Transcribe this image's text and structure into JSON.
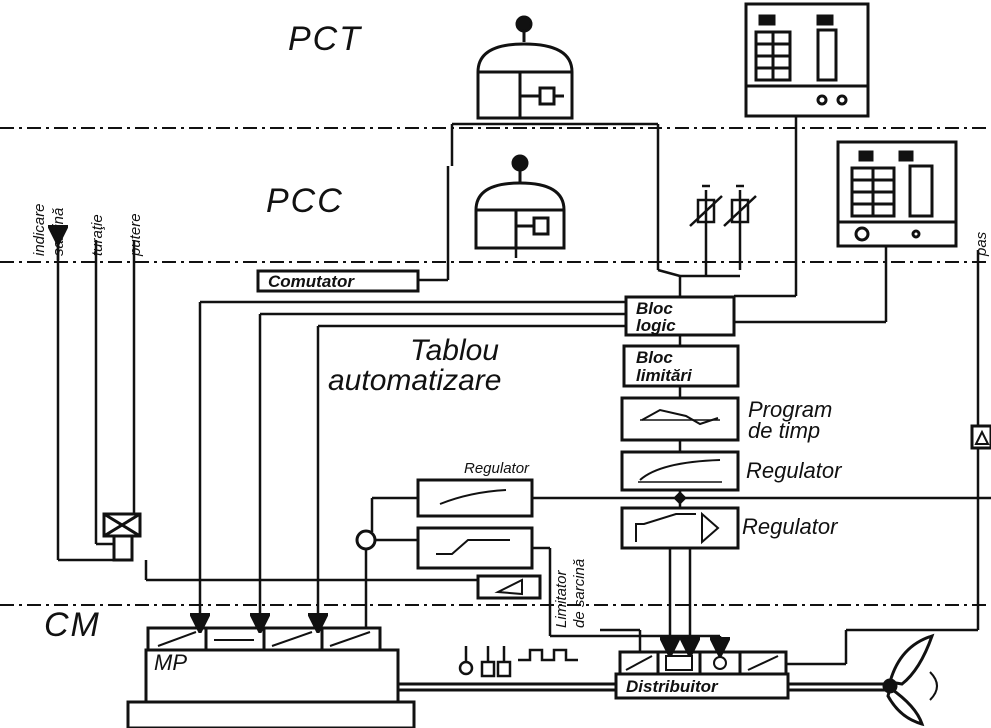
{
  "zones": {
    "pct": "PCT",
    "pcc": "PCC",
    "cm": "CM"
  },
  "panel_title": [
    "Tablou",
    "automatizare"
  ],
  "boxes": {
    "comutator": "Comutator",
    "bloc_logic": [
      "Bloc",
      "logic"
    ],
    "bloc_limitari": [
      "Bloc",
      "limitări"
    ],
    "mp": "MP",
    "distribuitor": "Distribuitor"
  },
  "side_labels": {
    "program": [
      "Program",
      "de  timp"
    ],
    "regulator_1": "Regulator",
    "regulator_2": "Regulator",
    "regulator_top": "Regulator",
    "limitator": [
      "Limitator",
      "de sarcină"
    ]
  },
  "vertical_labels": {
    "indicare": "indicare",
    "sarcina": "sarcină",
    "turatie": "turaţie",
    "putere": "putere",
    "pas": "pas"
  }
}
